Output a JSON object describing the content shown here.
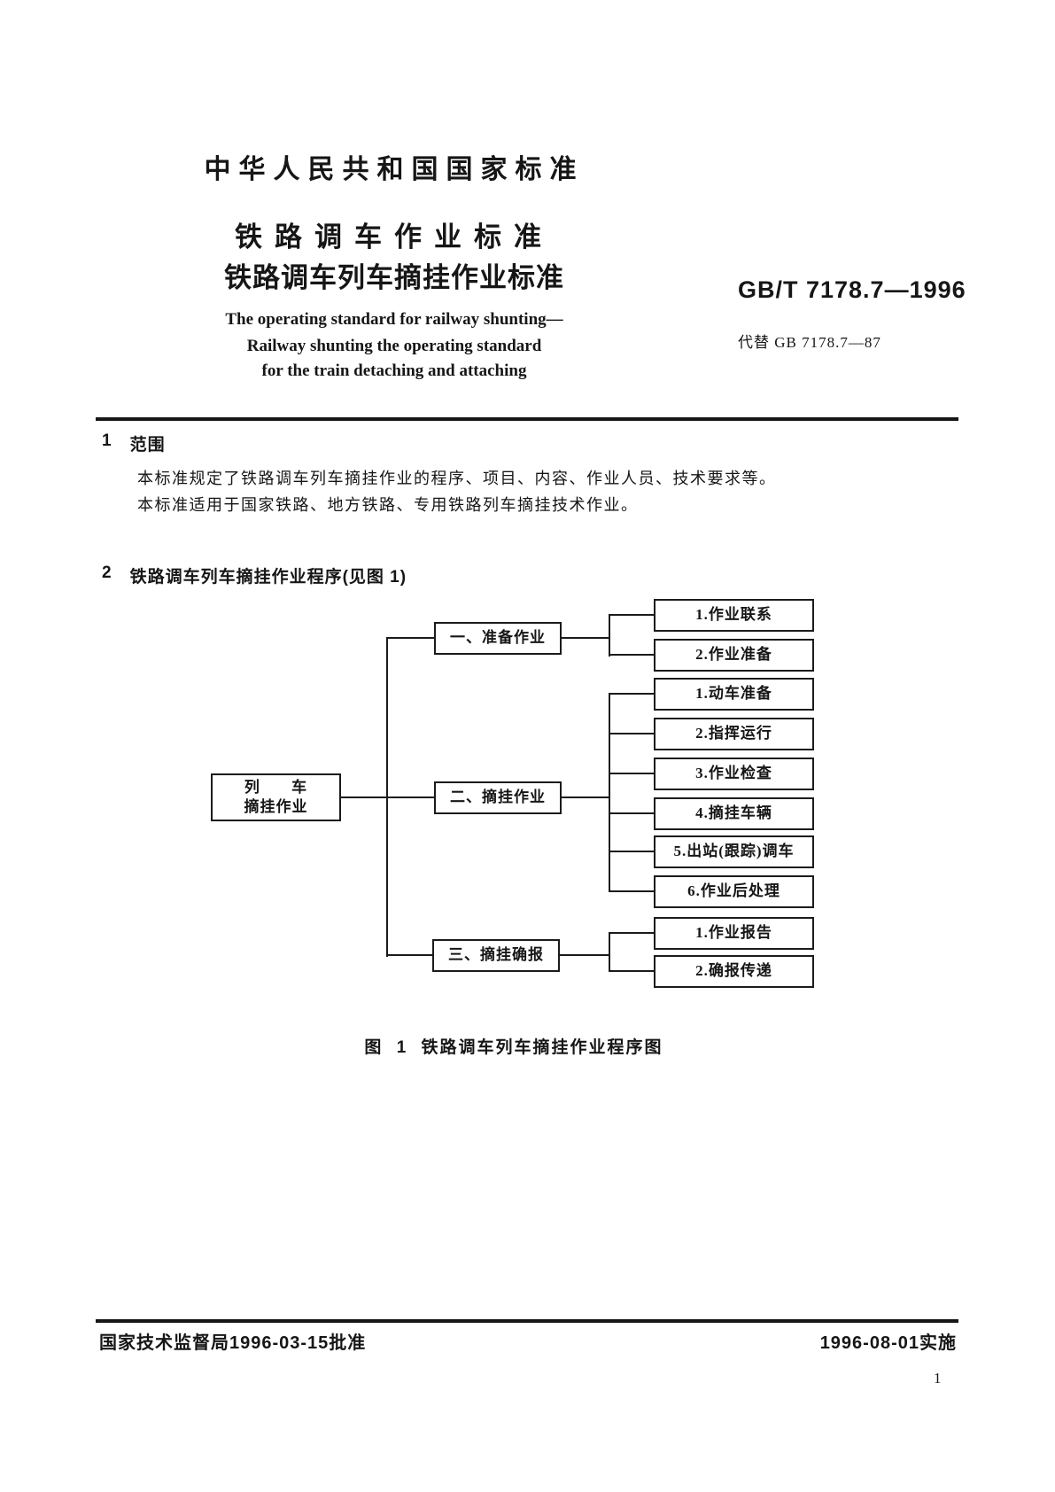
{
  "document": {
    "header": {
      "national_standard": "中华人民共和国国家标准",
      "title_cn_line1": "铁路调车作业标准",
      "title_cn_line2": "铁路调车列车摘挂作业标准",
      "title_en_line1": "The operating standard for railway shunting—",
      "title_en_line2": "Railway shunting the operating standard",
      "title_en_line3": "for the train detaching and attaching",
      "standard_code": "GB/T 7178.7—1996",
      "replaces": "代替 GB 7178.7—87"
    },
    "section1": {
      "number": "1",
      "title": "范围",
      "para1": "本标准规定了铁路调车列车摘挂作业的程序、项目、内容、作业人员、技术要求等。",
      "para2": "本标准适用于国家铁路、地方铁路、专用铁路列车摘挂技术作业。"
    },
    "section2": {
      "number": "2",
      "title": "铁路调车列车摘挂作业程序(见图 1)"
    },
    "figure": {
      "caption": "图 1 铁路调车列车摘挂作业程序图",
      "root": {
        "line1": "列 车",
        "line2": "摘挂作业"
      },
      "branches": [
        {
          "label": "一、准备作业",
          "children": [
            "1.作业联系",
            "2.作业准备"
          ]
        },
        {
          "label": "二、摘挂作业",
          "children": [
            "1.动车准备",
            "2.指挥运行",
            "3.作业检查",
            "4.摘挂车辆",
            "5.出站(跟踪)调车",
            "6.作业后处理"
          ]
        },
        {
          "label": "三、摘挂确报",
          "children": [
            "1.作业报告",
            "2.确报传递"
          ]
        }
      ]
    },
    "footer": {
      "approval": "国家技术监督局1996-03-15批准",
      "implementation": "1996-08-01实施",
      "page_number": "1"
    }
  }
}
